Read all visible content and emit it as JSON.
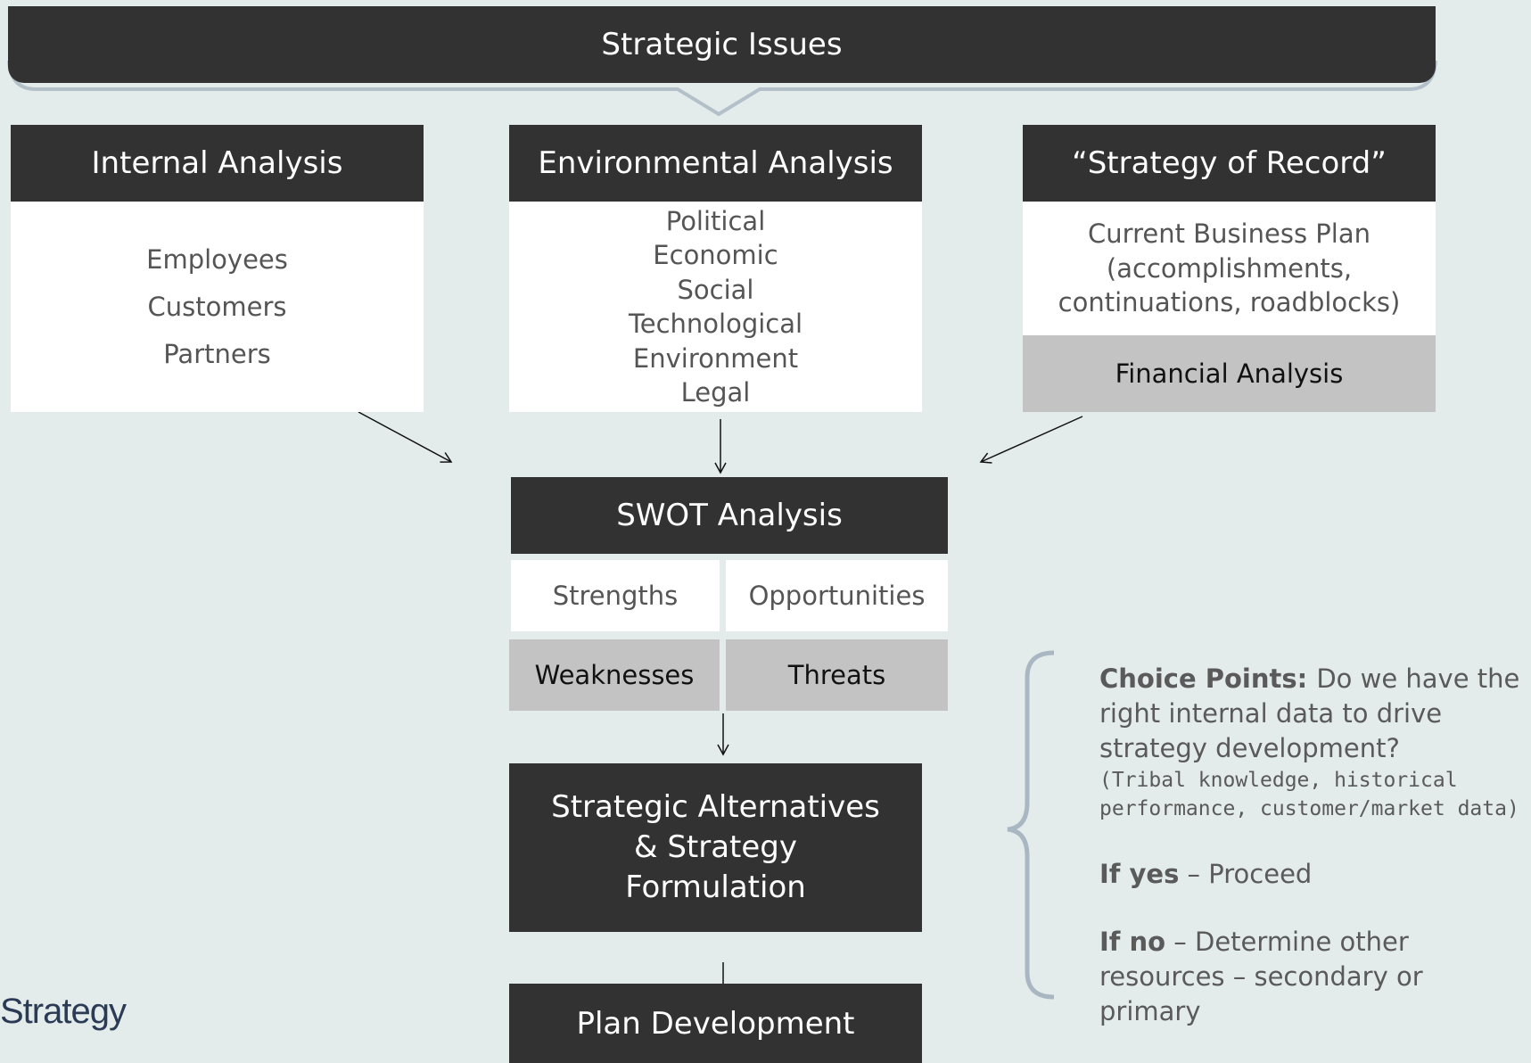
{
  "top_banner": {
    "label": "Strategic Issues"
  },
  "columns": {
    "internal": {
      "title": "Internal Analysis",
      "items": [
        "Employees",
        "Customers",
        "Partners"
      ]
    },
    "environmental": {
      "title": "Environmental Analysis",
      "items": [
        "Political",
        "Economic",
        "Social",
        "Technological",
        "Environment",
        "Legal"
      ]
    },
    "record": {
      "title": "“Strategy of Record”",
      "lines": [
        "Current Business Plan",
        "(accomplishments,",
        "continuations, roadblocks)"
      ],
      "footer": "Financial Analysis"
    }
  },
  "swot": {
    "title": "SWOT Analysis",
    "strengths": "Strengths",
    "opportunities": "Opportunities",
    "weaknesses": "Weaknesses",
    "threats": "Threats"
  },
  "alternatives": {
    "lines": [
      "Strategic Alternatives",
      "& Strategy",
      "Formulation"
    ]
  },
  "plan": {
    "label": "Plan Development"
  },
  "choice": {
    "heading": "Choice Points:",
    "question_lines": [
      "Do we have the",
      "right internal data to drive",
      "strategy development?"
    ],
    "note_lines": [
      "(Tribal knowledge, historical",
      "performance, customer/market data)"
    ],
    "yes_label": "If yes",
    "yes_text": " – Proceed",
    "no_label": "If no",
    "no_text": " – Determine other",
    "no_text_2": "resources – secondary or primary"
  },
  "logo": {
    "text": "Strategy"
  },
  "colors": {
    "dark": "#323232",
    "background": "#e3ecea",
    "gray": "#c3c3c3",
    "brace": "#a9b7c2"
  }
}
